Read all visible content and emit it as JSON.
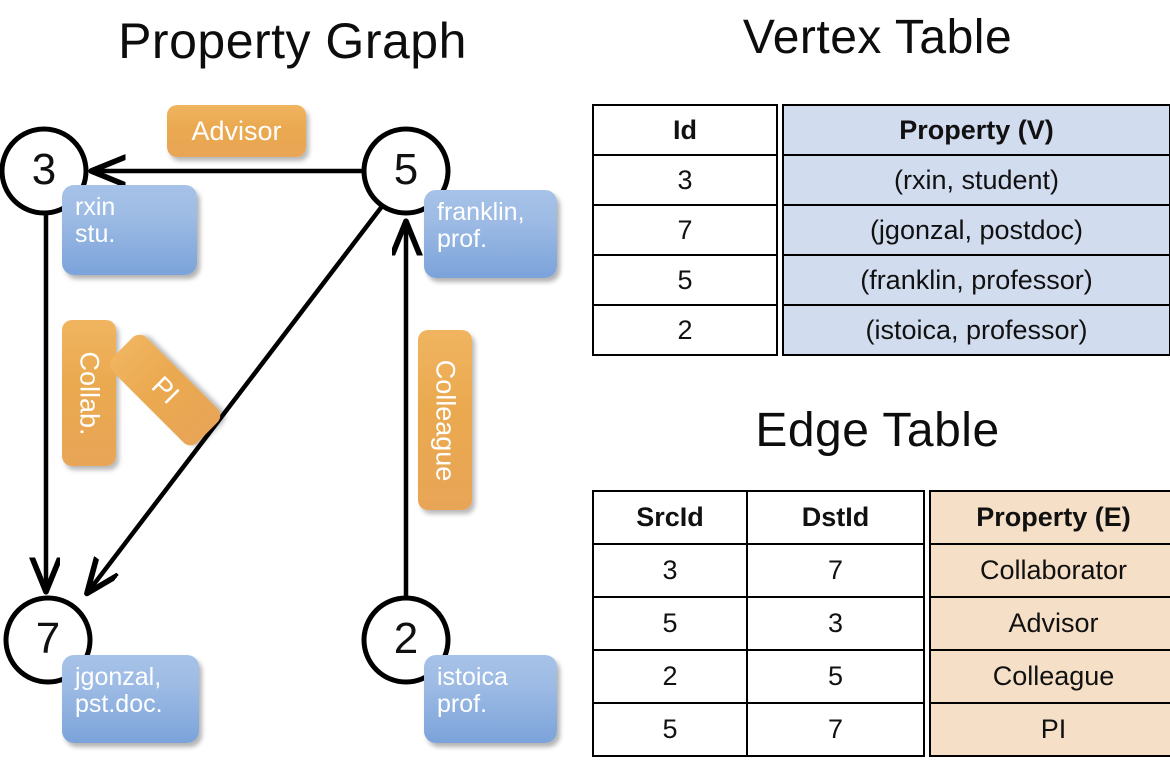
{
  "titles": {
    "graph": "Property Graph",
    "vertex_table": "Vertex Table",
    "edge_table": "Edge Table"
  },
  "colors": {
    "vertex_property_fill": "#d2dcef",
    "edge_property_fill": "#f5dfc6",
    "node_box_blue": "#7ba3da",
    "edge_label_orange": "#eaa94f",
    "stroke": "#000000"
  },
  "graph": {
    "nodes": [
      {
        "id": "3",
        "label": "3",
        "prop_line1": "rxin",
        "prop_line2": "stu."
      },
      {
        "id": "5",
        "label": "5",
        "prop_line1": "franklin,",
        "prop_line2": "prof."
      },
      {
        "id": "7",
        "label": "7",
        "prop_line1": "jgonzal,",
        "prop_line2": "pst.doc."
      },
      {
        "id": "2",
        "label": "2",
        "prop_line1": "istoica",
        "prop_line2": "prof."
      }
    ],
    "edge_labels": [
      {
        "id": "advisor",
        "text": "Advisor",
        "orientation": "horizontal"
      },
      {
        "id": "collab",
        "text": "Collab.",
        "orientation": "vertical"
      },
      {
        "id": "pi",
        "text": "PI",
        "orientation": "diagonal"
      },
      {
        "id": "colleague",
        "text": "Colleague",
        "orientation": "vertical"
      }
    ],
    "edges": [
      {
        "from": "5",
        "to": "3",
        "label": "Advisor"
      },
      {
        "from": "3",
        "to": "7",
        "label": "Collab."
      },
      {
        "from": "5",
        "to": "7",
        "label": "PI"
      },
      {
        "from": "2",
        "to": "5",
        "label": "Colleague"
      }
    ]
  },
  "vertex_table": {
    "headers": {
      "id": "Id",
      "property": "Property (V)"
    },
    "rows": [
      {
        "id": "3",
        "property": "(rxin, student)"
      },
      {
        "id": "7",
        "property": "(jgonzal, postdoc)"
      },
      {
        "id": "5",
        "property": "(franklin, professor)"
      },
      {
        "id": "2",
        "property": "(istoica, professor)"
      }
    ]
  },
  "edge_table": {
    "headers": {
      "src": "SrcId",
      "dst": "DstId",
      "property": "Property (E)"
    },
    "rows": [
      {
        "src": "3",
        "dst": "7",
        "property": "Collaborator"
      },
      {
        "src": "5",
        "dst": "3",
        "property": "Advisor"
      },
      {
        "src": "2",
        "dst": "5",
        "property": "Colleague"
      },
      {
        "src": "5",
        "dst": "7",
        "property": "PI"
      }
    ]
  }
}
